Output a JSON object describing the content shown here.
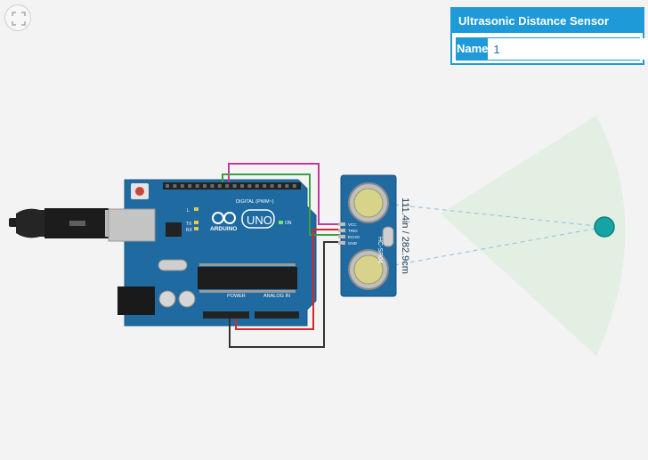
{
  "toolbar": {
    "fit_icon": "fullscreen-corners-icon"
  },
  "inspector": {
    "title": "Ultrasonic Distance Sensor",
    "name_label": "Name",
    "name_value": "1"
  },
  "board": {
    "logo_text": "ARDUINO",
    "model_text": "UNO",
    "digital_label": "DIGITAL (PWM~)",
    "power_label": "POWER",
    "analog_label": "ANALOG IN",
    "on_label": "ON",
    "tx_label": "TX",
    "rx_label": "RX",
    "l_label": "L"
  },
  "sensor": {
    "model": "HC-SR04",
    "pins": [
      "VCC",
      "TRIG",
      "ECHO",
      "GND"
    ],
    "distance_text": "111.4in / 282.9cm"
  },
  "colors": {
    "accent": "#1e9ad8",
    "board": "#1f6aa1",
    "wire_power": "#d9262b",
    "wire_ground": "#333333",
    "wire_trig": "#c13a9c",
    "wire_echo": "#3aa043",
    "detection_cone": "#e1ede1",
    "target": "#1aa6a6"
  }
}
